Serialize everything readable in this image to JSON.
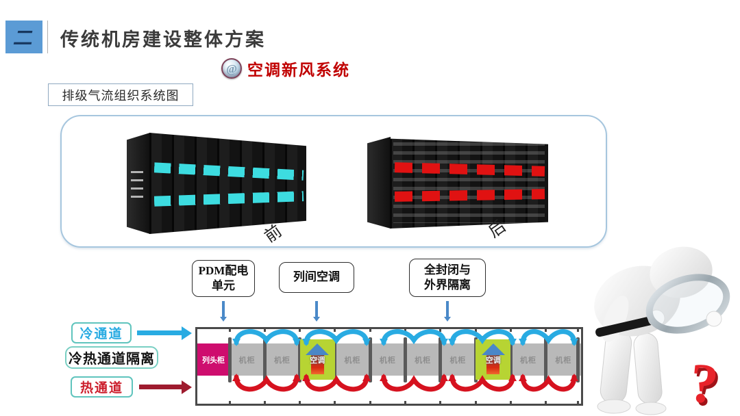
{
  "header": {
    "section_number": "二",
    "title": "传统机房建设整体方案"
  },
  "subtitle": {
    "icon": "at-globe-icon",
    "icon_glyph": "@",
    "text": "空调新风系统",
    "color": "#c00000"
  },
  "diagram_label": "排级气流组织系统图",
  "rack_panel": {
    "front_label": "前",
    "back_label": "后",
    "front_led_color": "#3ddce0",
    "back_led_color": "#e01212"
  },
  "callouts": [
    {
      "lines": [
        "PDM配电",
        "单元"
      ]
    },
    {
      "lines": [
        "列间空调"
      ]
    },
    {
      "lines": [
        "全封闭与",
        "外界隔离"
      ]
    }
  ],
  "aisle_legend": [
    {
      "label": "冷通道",
      "text_color": "#29abe2",
      "arrow": true,
      "arrow_color": "#29abe2"
    },
    {
      "label": "冷热通道隔离",
      "text_color": "#141414",
      "arrow": false
    },
    {
      "label": "热通道",
      "text_color": "#cc1f2d",
      "arrow": true,
      "arrow_color": "#9e1b2e"
    }
  ],
  "cabinet_row": {
    "units": [
      {
        "label": "列头柜",
        "type": "head"
      },
      {
        "label": "机柜",
        "type": "rack"
      },
      {
        "label": "机柜",
        "type": "rack"
      },
      {
        "label": "空调",
        "type": "ac"
      },
      {
        "label": "机柜",
        "type": "rack"
      },
      {
        "label": "机柜",
        "type": "rack"
      },
      {
        "label": "机柜",
        "type": "rack"
      },
      {
        "label": "机柜",
        "type": "rack"
      },
      {
        "label": "空调",
        "type": "ac"
      },
      {
        "label": "机柜",
        "type": "rack"
      },
      {
        "label": "机柜",
        "type": "rack"
      }
    ]
  },
  "illustration": {
    "question_mark": "?"
  },
  "colors": {
    "accent_blue": "#5b9bd5",
    "subtitle_red": "#c00000",
    "cold_blue": "#29abe2",
    "hot_red": "#d6121f",
    "hot_dark_red": "#9e1b2e",
    "head_cabinet_magenta": "#ce0d6e",
    "ac_green": "#b7d433",
    "rack_gray": "#b9b9b9"
  }
}
